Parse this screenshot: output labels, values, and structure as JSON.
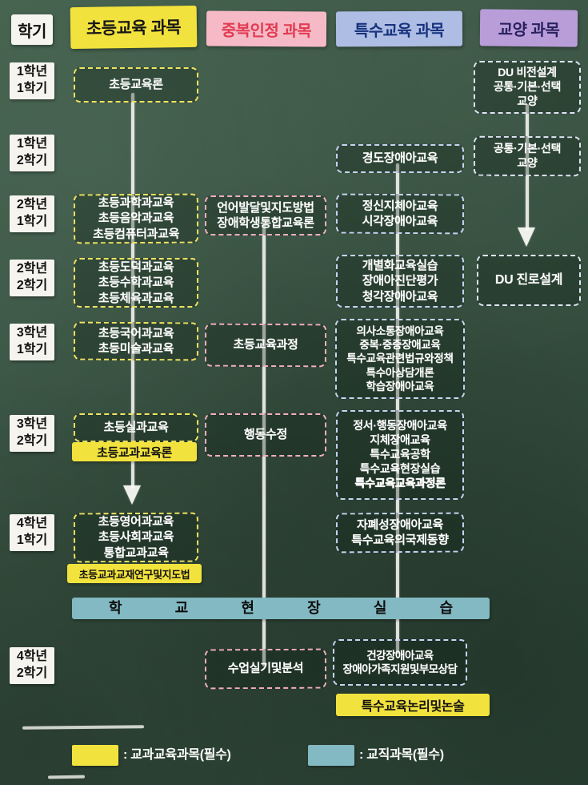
{
  "colors": {
    "board": "#37523f",
    "yellow": "#f2e23d",
    "pink": "#f5bac6",
    "pink_text": "#e23b52",
    "blue": "#aebde4",
    "blue_text": "#18337e",
    "purple": "#b89dd9",
    "purple_text": "#2b2160",
    "teal": "#82b9c2",
    "chalk": "#f7f7f2"
  },
  "header": {
    "semester": "학기",
    "columns": [
      {
        "label": "초등교육 과목"
      },
      {
        "label": "중복인정 과목"
      },
      {
        "label": "특수교육 과목"
      },
      {
        "label": "교양 과목"
      }
    ]
  },
  "semesters": [
    {
      "l1": "1학년",
      "l2": "1학기"
    },
    {
      "l1": "1학년",
      "l2": "2학기"
    },
    {
      "l1": "2학년",
      "l2": "1학기"
    },
    {
      "l1": "2학년",
      "l2": "2학기"
    },
    {
      "l1": "3학년",
      "l2": "1학기"
    },
    {
      "l1": "3학년",
      "l2": "2학기"
    },
    {
      "l1": "4학년",
      "l2": "1학기"
    },
    {
      "l1": "4학년",
      "l2": "2학기"
    }
  ],
  "elementary": {
    "s11": [
      "초등교육론"
    ],
    "s21": [
      "초등과학과교육",
      "초등음악과교육",
      "초등컴퓨터과교육"
    ],
    "s22": [
      "초등도덕과교육",
      "초등수학과교육",
      "초등체육과교육"
    ],
    "s31": [
      "초등국어과교육",
      "초등미술과교육"
    ],
    "s32": [
      "초등실과교육"
    ],
    "s32_required": "초등교과교육론",
    "s41": [
      "초등영어과교육",
      "초등사회과교육",
      "통합교과교육"
    ],
    "s41_required": "초등교과교재연구및지도법"
  },
  "overlap": {
    "s21": [
      "언어발달및지도방법",
      "장애학생통합교육론"
    ],
    "s31": [
      "초등교육과정"
    ],
    "s32": [
      "행동수정"
    ],
    "s42": [
      "수업실기및분석"
    ]
  },
  "special": {
    "s12": [
      "경도장애아교육"
    ],
    "s21": [
      "정신지체아교육",
      "시각장애아교육"
    ],
    "s22": [
      "개별화교육실습",
      "장애아진단평가",
      "청각장애아교육"
    ],
    "s31": [
      "의사소통장애아교육",
      "중복·중증장애교육",
      "특수교육관련법규와정책",
      "특수아상담개론",
      "학습장애아교육"
    ],
    "s32": [
      "정서·행동장애아교육",
      "지체장애교육",
      "특수교육공학",
      "특수교육현장실습"
    ],
    "s32_emphasis": "특수교육교육과정론",
    "s41": [
      "자폐성장애아교육",
      "특수교육의국제동향"
    ],
    "s42": [
      "건강장애아교육",
      "장애아가족지원및부모상담"
    ],
    "s42_required": "특수교육논리및논술"
  },
  "liberal": {
    "s11": [
      "DU 비전설계",
      "공통·기본·선택",
      "교양"
    ],
    "s12": [
      "공통·기본·선택",
      "교양"
    ],
    "s22": [
      "DU 진로설계"
    ]
  },
  "practicum": {
    "label": "학 교 현 장 실 습"
  },
  "legend": [
    {
      "label": ": 교과교육과목(필수)"
    },
    {
      "label": ": 교직과목(필수)"
    }
  ]
}
